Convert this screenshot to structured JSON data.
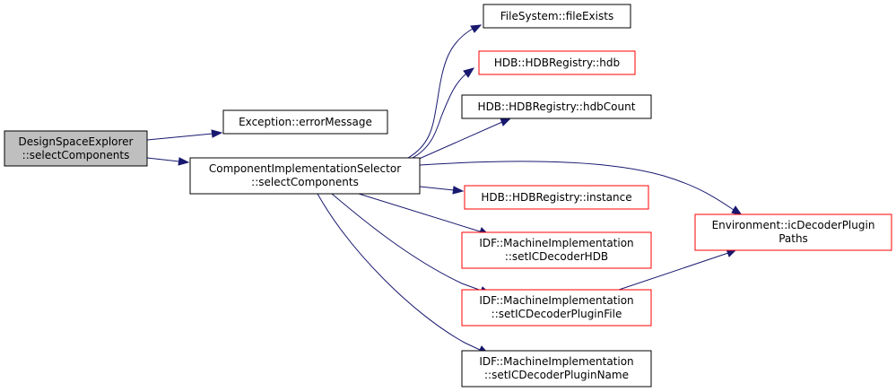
{
  "colors": {
    "edge": "#191970",
    "root_fill": "#bfbfbf",
    "root_border": "#000000",
    "normal_border": "#000000",
    "link_border": "#ff0000",
    "node_fill": "#ffffff"
  },
  "nodes": {
    "dse": {
      "line1": "DesignSpaceExplorer",
      "line2": "::selectComponents"
    },
    "err": {
      "line1": "Exception::errorMessage"
    },
    "cis": {
      "line1": "ComponentImplementationSelector",
      "line2": "::selectComponents"
    },
    "fs": {
      "line1": "FileSystem::fileExists"
    },
    "hdb": {
      "line1": "HDB::HDBRegistry::hdb"
    },
    "cnt": {
      "line1": "HDB::HDBRegistry::hdbCount"
    },
    "inst": {
      "line1": "HDB::HDBRegistry::instance"
    },
    "env": {
      "line1": "Environment::icDecoderPlugin",
      "line2": "Paths"
    },
    "sethdb": {
      "line1": "IDF::MachineImplementation",
      "line2": "::setICDecoderHDB"
    },
    "setfile": {
      "line1": "IDF::MachineImplementation",
      "line2": "::setICDecoderPluginFile"
    },
    "setname": {
      "line1": "IDF::MachineImplementation",
      "line2": "::setICDecoderPluginName"
    }
  }
}
